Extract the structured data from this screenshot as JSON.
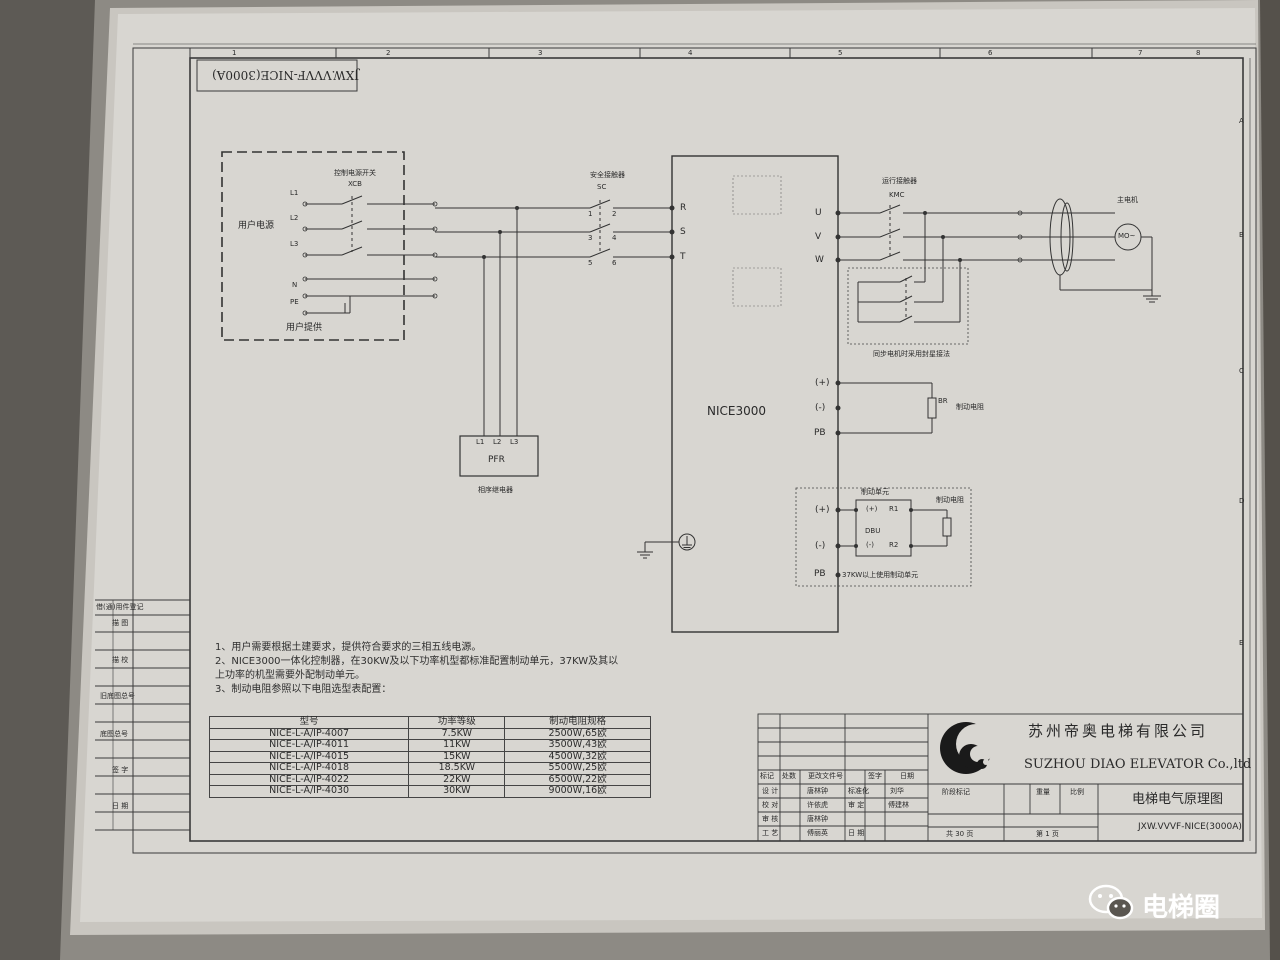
{
  "drawing_no_box": "JXW.VVVF-NICE(3000A)",
  "col_numbers": [
    "1",
    "2",
    "3",
    "4",
    "5",
    "6",
    "7",
    "8"
  ],
  "row_letters": [
    "A",
    "B",
    "C",
    "D",
    "E"
  ],
  "user_supply": {
    "title": "用户电源",
    "footer": "用户提供",
    "terminals": [
      "L1",
      "L2",
      "L3",
      "N",
      "PE"
    ]
  },
  "control_switch": {
    "title": "控制电源开关",
    "tag": "XCB"
  },
  "safety_contactor": {
    "title": "安全接触器",
    "tag": "SC",
    "pins": [
      "1",
      "2",
      "3",
      "4",
      "5",
      "6"
    ]
  },
  "inverter": {
    "name": "NICE3000",
    "inputs": [
      "R",
      "S",
      "T"
    ],
    "outputs": [
      "U",
      "V",
      "W"
    ],
    "dc": [
      "(+)",
      "(-)",
      "PB"
    ]
  },
  "run_contactor": {
    "title": "运行接触器",
    "tag": "KMC"
  },
  "motor": {
    "title": "主电机",
    "symbol": "MO~"
  },
  "star_note": "同步电机时采用封星接法",
  "brake_resistor": {
    "tag": "BR",
    "label": "制动电阻"
  },
  "pfr": {
    "label": "PFR",
    "pins": [
      "L1",
      "L2",
      "L3"
    ],
    "caption": "相序继电器"
  },
  "brake_unit": {
    "title": "制动单元",
    "resistor": "制动电阻",
    "core": "DBU",
    "terminals_left": [
      "(+)",
      "(-)"
    ],
    "terminals_right": [
      "R1",
      "R2"
    ],
    "note": "37KW以上使用制动单元"
  },
  "notes": [
    "1、用户需要根据土建要求，提供符合要求的三相五线电源。",
    "2、NICE3000一体化控制器，在30KW及以下功率机型都标准配置制动单元，37KW及其以",
    "上功率的机型需要外配制动单元。",
    "3、制动电阻参照以下电阻选型表配置："
  ],
  "spec_table": {
    "headers": [
      "型号",
      "功率等级",
      "制动电阻规格"
    ],
    "rows": [
      [
        "NICE-L-A/IP-4007",
        "7.5KW",
        "2500W,65欧"
      ],
      [
        "NICE-L-A/IP-4011",
        "11KW",
        "3500W,43欧"
      ],
      [
        "NICE-L-A/IP-4015",
        "15KW",
        "4500W,32欧"
      ],
      [
        "NICE-L-A/IP-4018",
        "18.5KW",
        "5500W,25欧"
      ],
      [
        "NICE-L-A/IP-4022",
        "22KW",
        "6500W,22欧"
      ],
      [
        "NICE-L-A/IP-4030",
        "30KW",
        "9000W,16欧"
      ]
    ]
  },
  "left_margin": [
    "借(通)用件登记",
    "描  图",
    "描  校",
    "旧底图总号",
    "底图总号",
    "签  字",
    "日  期"
  ],
  "title_block": {
    "company_cn": "苏州帝奥电梯有限公司",
    "company_en": "SUZHOU DIAO ELEVATOR Co.,ltd",
    "drawing_title": "电梯电气原理图",
    "drawing_no": "JXW.VVVF-NICE(3000A)",
    "header_cells": [
      "标记",
      "处数",
      "更改文件号",
      "签字",
      "日期"
    ],
    "roles": [
      "设 计",
      "校 对",
      "审 核",
      "工 艺"
    ],
    "signers": [
      "唐林钟",
      "许依虎",
      "唐林钟",
      "傅丽英"
    ],
    "roles2": [
      "标准化",
      "审 定",
      "日 期"
    ],
    "signers2": [
      "刘华",
      "傅建林"
    ],
    "stage_mark": "阶段标记",
    "weight": "重量",
    "scale": "比例",
    "sheets_total": "共 30 页",
    "sheet_no": "第 1 页"
  },
  "watermark": "电梯圈"
}
